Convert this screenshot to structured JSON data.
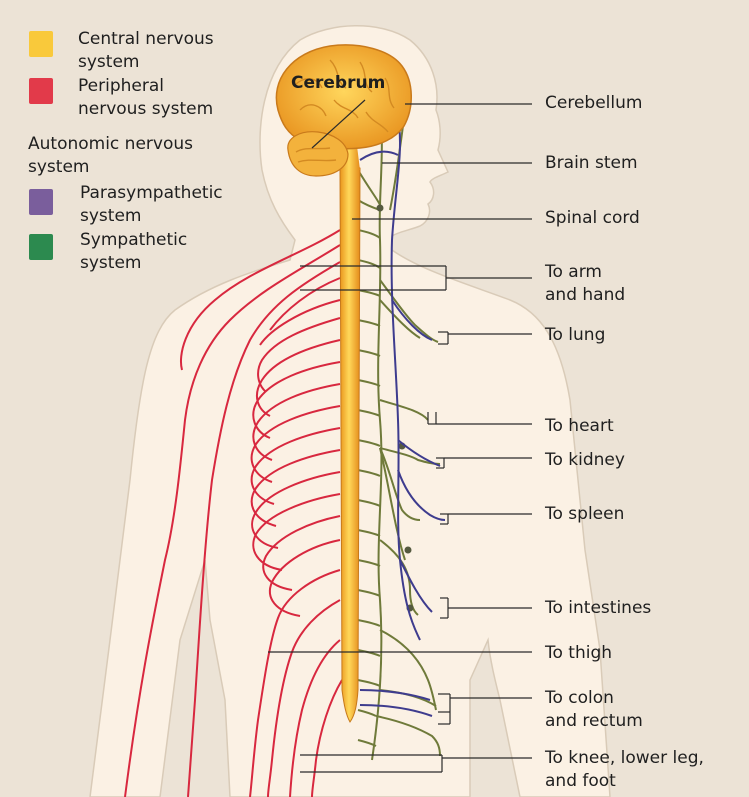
{
  "legend": {
    "items": [
      {
        "label_1": "Central nervous",
        "label_2": "system",
        "color": "#f9c93b"
      },
      {
        "label_1": "Peripheral",
        "label_2": "nervous system",
        "color": "#e23a4a"
      }
    ],
    "autonomic_heading_1": "Autonomic nervous",
    "autonomic_heading_2": "system",
    "autonomic_items": [
      {
        "label_1": "Parasympathetic",
        "label_2": "system",
        "color": "#7a5e9c"
      },
      {
        "label_1": "Sympathetic",
        "label_2": "system",
        "color": "#2c8a4f"
      }
    ]
  },
  "brain_label": "Cerebrum",
  "callouts": {
    "cerebellum": "Cerebellum",
    "brain_stem": "Brain stem",
    "spinal_cord": "Spinal cord",
    "arm_1": "To arm",
    "arm_2": "and hand",
    "lung": "To lung",
    "heart": "To heart",
    "kidney": "To kidney",
    "spleen": "To spleen",
    "intestines": "To intestines",
    "thigh": "To thigh",
    "colon_1": "To colon",
    "colon_2": "and rectum",
    "knee_1": "To knee, lower leg,",
    "knee_2": "and foot"
  },
  "colors": {
    "central": "#f9c93b",
    "peripheral": "#d8283f",
    "parasympathetic": "#3e3c8e",
    "sympathetic": "#6f7a3a",
    "body": "#fbf1e4",
    "background": "#ece3d6"
  }
}
